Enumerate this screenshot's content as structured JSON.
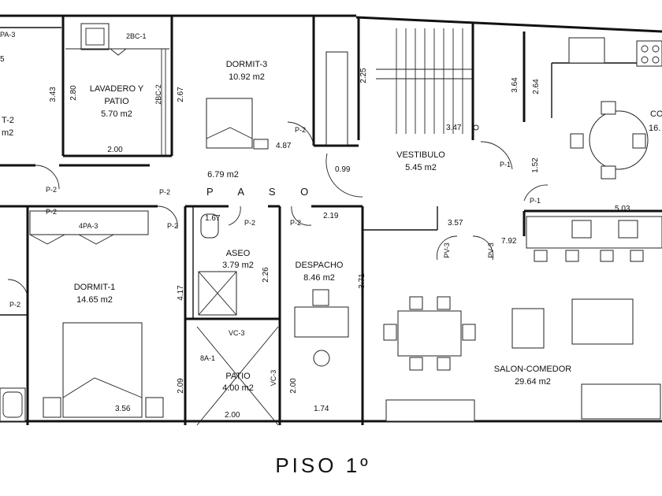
{
  "title": "PISO 1º",
  "corridor": {
    "name": "P A S O",
    "area": "6.79 m2"
  },
  "rooms": {
    "lavadero": {
      "name1": "LAVADERO Y",
      "name2": "PATIO",
      "area": "5.70 m2"
    },
    "dormit3": {
      "name": "DORMIT-3",
      "area": "10.92 m2"
    },
    "dormit2": {
      "name": "T-2",
      "area": "m2"
    },
    "dormit1": {
      "name": "DORMIT-1",
      "area": "14.65 m2"
    },
    "aseo": {
      "name": "ASEO",
      "area": "3.79 m2"
    },
    "despacho": {
      "name": "DESPACHO",
      "area": "8.46 m2"
    },
    "patio": {
      "name": "PATIO",
      "area": "4.00 m2"
    },
    "vestibulo": {
      "name": "VESTIBULO",
      "area": "5.45 m2"
    },
    "salon": {
      "name": "SALON-COMEDOR",
      "area": "29.64 m2"
    },
    "cocina": {
      "name": "CO",
      "area": "16."
    }
  },
  "dimensions": {
    "d_5": "5",
    "d_343": "3.43",
    "d_280": "2.80",
    "d_267": "2.67",
    "d_200_lav": "2.00",
    "d_225": "2.25",
    "d_347": "3.47",
    "d_364": "3.64",
    "d_264": "2.64",
    "d_487": "4.87",
    "d_099": "0.99",
    "d_152": "1.52",
    "d_167": "1.67",
    "d_219": "2.19",
    "d_357": "3.57",
    "d_503": "5.03",
    "d_792": "7.92",
    "d_417": "4.17",
    "d_226": "2.26",
    "d_371": "3.71",
    "d_356": "3.56",
    "d_209": "2.09",
    "d_200_patio_v": "2.00",
    "d_200_patio_h": "2.00",
    "d_174": "1.74"
  },
  "doors": {
    "p2_a": "P-2",
    "p2_b": "P-2",
    "p2_c": "P-2",
    "p2_d": "P-2",
    "p2_e": "P-2",
    "p2_f": "P-2",
    "p2_g": "P-2",
    "p2_h": "P-2",
    "p1_a": "P-1",
    "p1_b": "P-1",
    "pv3_a": "PV-3",
    "pv3_b": "PV-3"
  },
  "wardrobes": {
    "pa3_top": "PA-3",
    "bc1": "2BC-1",
    "bc2": "2BC-2",
    "pa3_d1": "4PA-3",
    "vc3_a": "VC-3",
    "vc3_b": "VC-3",
    "ba1": "8A-1"
  }
}
